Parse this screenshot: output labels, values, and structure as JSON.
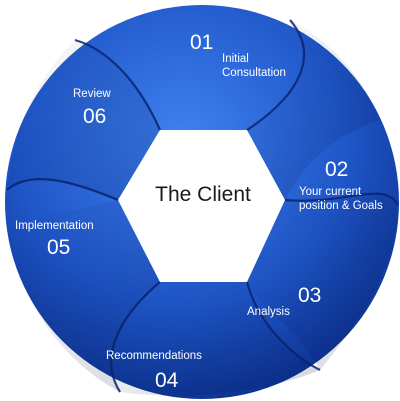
{
  "center": {
    "label": "The Client"
  },
  "steps": [
    {
      "number": "01",
      "label_lines": [
        "Initial",
        "Consultation"
      ]
    },
    {
      "number": "02",
      "label_lines": [
        "Your current",
        "position & Goals"
      ]
    },
    {
      "number": "03",
      "label_lines": [
        "Analysis"
      ]
    },
    {
      "number": "04",
      "label_lines": [
        "Recommendations"
      ]
    },
    {
      "number": "05",
      "label_lines": [
        "Implementation"
      ]
    },
    {
      "number": "06",
      "label_lines": [
        "Review"
      ]
    }
  ],
  "colors": {
    "ring_light": "#2f6fe0",
    "ring_dark": "#0b2f8c",
    "segment_edge": "#0a2570",
    "hexagon": "#ffffff",
    "text": "#ffffff",
    "center_text": "#1a1a1a"
  }
}
